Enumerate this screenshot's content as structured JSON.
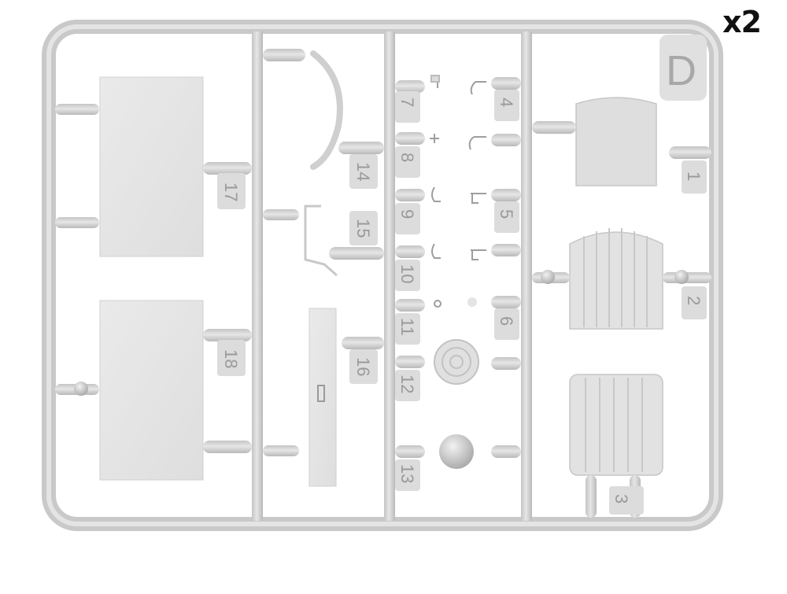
{
  "sheet": {
    "multiplier": "x2",
    "sprue_letter": "D",
    "part_numbers": [
      "1",
      "2",
      "3",
      "4",
      "5",
      "6",
      "7",
      "8",
      "9",
      "10",
      "11",
      "12",
      "13",
      "14",
      "15",
      "16",
      "17",
      "18"
    ]
  },
  "colors": {
    "background": "#ffffff",
    "frame": "#d2d2d2",
    "part": "#e3e3e3",
    "tab": "#dcdcdc",
    "label": "#9a9a9a"
  }
}
